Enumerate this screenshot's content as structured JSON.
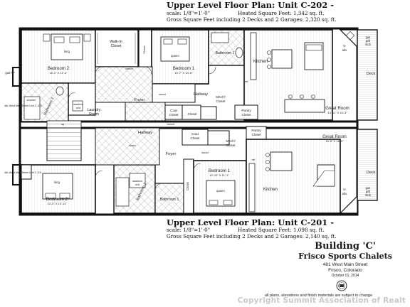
{
  "upper_unit": {
    "title": "Upper Level Floor Plan: Unit C-202 -",
    "scale": "scale: 1/8\"=1'-0\"",
    "heated": "Heated Square Feet: 1,342 sq. ft.",
    "gross": "Gross Square Feet including 2 Decks and 2 Garages: 2,320 sq. ft."
  },
  "lower_unit": {
    "title": "Upper Level Floor Plan: Unit C-201 -",
    "scale": "scale: 1/8\"=1'-0\"",
    "heated": "Heated Square Feet: 1,098 sq. ft.",
    "gross": "Gross Square Feet including 2 Decks and 2 Garages: 2,140 sq. ft."
  },
  "building": {
    "name": "Building 'C'",
    "project": "Frisco Sports Chalets",
    "address": "481 West Main Street",
    "city": "Frisco, Colorado",
    "date": "October 01, 2014"
  },
  "disclaimer": "all plans, elevations and finish materials are subject to change",
  "copyright": "Copyright Summit Association of Realt",
  "rooms_upper": {
    "bedroom2": "Bedroom 2",
    "bedroom2_dim": "15'-1\" X 12'-4\"",
    "walkin": "Walk-In",
    "walkin2": "Closet",
    "bedroom1": "Bedroom 1",
    "bedroom1_dim": "10'-7\" X 14'-6\"",
    "bathroom1": "Bathroom 1",
    "kitchen": "Kitchen",
    "great_room": "Great Room",
    "great_room_dim": "13'-11\" X 16'-3\"",
    "deck": "Deck",
    "hallway": "Hallway",
    "mech": "Mech'l",
    "mech2": "Closet",
    "foyer": "Foyer",
    "coat": "Coat",
    "coat2": "Closet",
    "closet": "Closet",
    "pantry": "Pantry",
    "pantry2": "Closet",
    "laundry": "Laundry",
    "laundry2": "Room",
    "bathroom2": "Bathroom 2",
    "shower": "shower",
    "stacked": "stacked",
    "stacked2": "w/d",
    "bench": "bench",
    "king": "king",
    "queen": "queen",
    "gas_fp": "gas FP",
    "gas_grill": "gas",
    "gas_grill2": "grill",
    "gas_grill3": "stub",
    "tv": "tv",
    "tv2": "abv",
    "ref": "ref",
    "wood": "wood",
    "up": "up",
    "down": "down"
  },
  "rooms_lower": {
    "bedroom2": "Bedroom 2",
    "bedroom2_dim": "13'-3\" X 10'-11\"",
    "bedroom1": "Bedroom 1",
    "bedroom1_dim": "10'-10\" X 11'-1\"",
    "kitchen": "Kitchen",
    "great_room": "Great Room",
    "great_room_dim": "15'-5\" X 18'-0\"",
    "deck": "Deck",
    "hallway": "Hallway",
    "mech": "Mech'l",
    "mech2": "Closet",
    "foyer": "Foyer",
    "coat": "Coat",
    "coat2": "Closet",
    "closet": "Closet",
    "pantry": "Pantry",
    "pantry2": "Closet",
    "bathroom1": "Bathroom 1",
    "bathroom2": "Bathroom 2",
    "stacked": "stacked",
    "stacked2": "w/d",
    "bench": "bench",
    "king": "king",
    "queen": "queen",
    "tv": "tv",
    "tv2": "abv",
    "ref": "ref",
    "gas_grill": "gas",
    "gas_grill2": "grill",
    "gas_grill3": "stub",
    "wood": "wood"
  },
  "left_notes": {
    "top": "46c West Main Street Unit C-103",
    "bottom": "46c West Main Street Unit C-101"
  }
}
